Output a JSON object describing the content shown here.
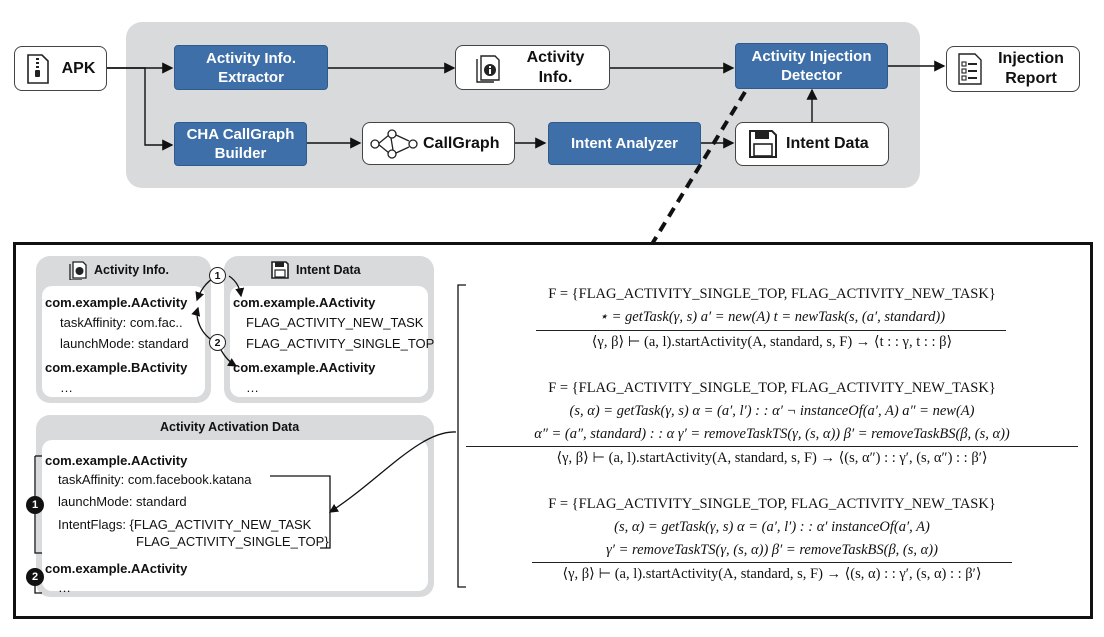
{
  "pipeline": {
    "apk": "APK",
    "activity_info_extractor": [
      "Activity Info.",
      "Extractor"
    ],
    "activity_info": [
      "Activity",
      "Info."
    ],
    "activity_injection_detector": [
      "Activity Injection",
      "Detector"
    ],
    "injection_report": [
      "Injection",
      "Report"
    ],
    "callgraph_builder": [
      "CHA CallGraph",
      "Builder"
    ],
    "callgraph": "CallGraph",
    "intent_analyzer": "Intent Analyzer",
    "intent_data": "Intent Data"
  },
  "activity_info_panel": {
    "title": "Activity Info.",
    "lines": [
      "com.example.AActivity",
      "taskAffinity: com.fac..",
      "launchMode: standard",
      "com.example.BActivity",
      "…"
    ]
  },
  "intent_data_panel": {
    "title": "Intent Data",
    "lines": [
      "com.example.AActivity",
      "FLAG_ACTIVITY_NEW_TASK",
      "FLAG_ACTIVITY_SINGLE_TOP",
      "com.example.AActivity",
      "…"
    ]
  },
  "activation_panel": {
    "title": "Activity Activation Data",
    "lines": [
      "com.example.AActivity",
      "taskAffinity: com.facebook.katana",
      "launchMode: standard",
      "IntentFlags: {FLAG_ACTIVITY_NEW_TASK",
      "FLAG_ACTIVITY_SINGLE_TOP}",
      "com.example.AActivity",
      "…"
    ]
  },
  "markers": {
    "step1": "1",
    "step2": "2",
    "entry1": "1",
    "entry2": "2"
  },
  "rules": [
    {
      "premises": [
        "F = {FLAG_ACTIVITY_SINGLE_TOP, FLAG_ACTIVITY_NEW_TASK}",
        "⋆ = getTask(γ, s)       a′ = new(A)       t = newTask(s, (a′, standard))"
      ],
      "conclusion": "⟨γ, β⟩ ⊢ (a, l).startActivity(A, standard, s, F) → ⟨t : : γ, t : : β⟩"
    },
    {
      "premises": [
        "F = {FLAG_ACTIVITY_SINGLE_TOP, FLAG_ACTIVITY_NEW_TASK}",
        "(s, α) = getTask(γ, s)       α = (a′, l′) : : α′       ¬ instanceOf(a′, A)       a″ = new(A)",
        "α″ = (a″, standard) : : α       γ′ = removeTaskTS(γ, (s, α))       β′ = removeTaskBS(β, (s, α))"
      ],
      "conclusion": "⟨γ, β⟩ ⊢ (a, l).startActivity(A, standard, s, F) → ⟨(s, α″) : : γ′, (s, α″) : : β′⟩"
    },
    {
      "premises": [
        "F = {FLAG_ACTIVITY_SINGLE_TOP, FLAG_ACTIVITY_NEW_TASK}",
        "(s, α) = getTask(γ, s)       α = (a′, l′) : : α′       instanceOf(a′, A)",
        "γ′ = removeTaskTS(γ, (s, α))       β′ = removeTaskBS(β, (s, α))"
      ],
      "conclusion": "⟨γ, β⟩ ⊢ (a, l).startActivity(A, standard, s, F) → ⟨(s, α) : : γ′, (s, α) : : β′⟩"
    }
  ]
}
